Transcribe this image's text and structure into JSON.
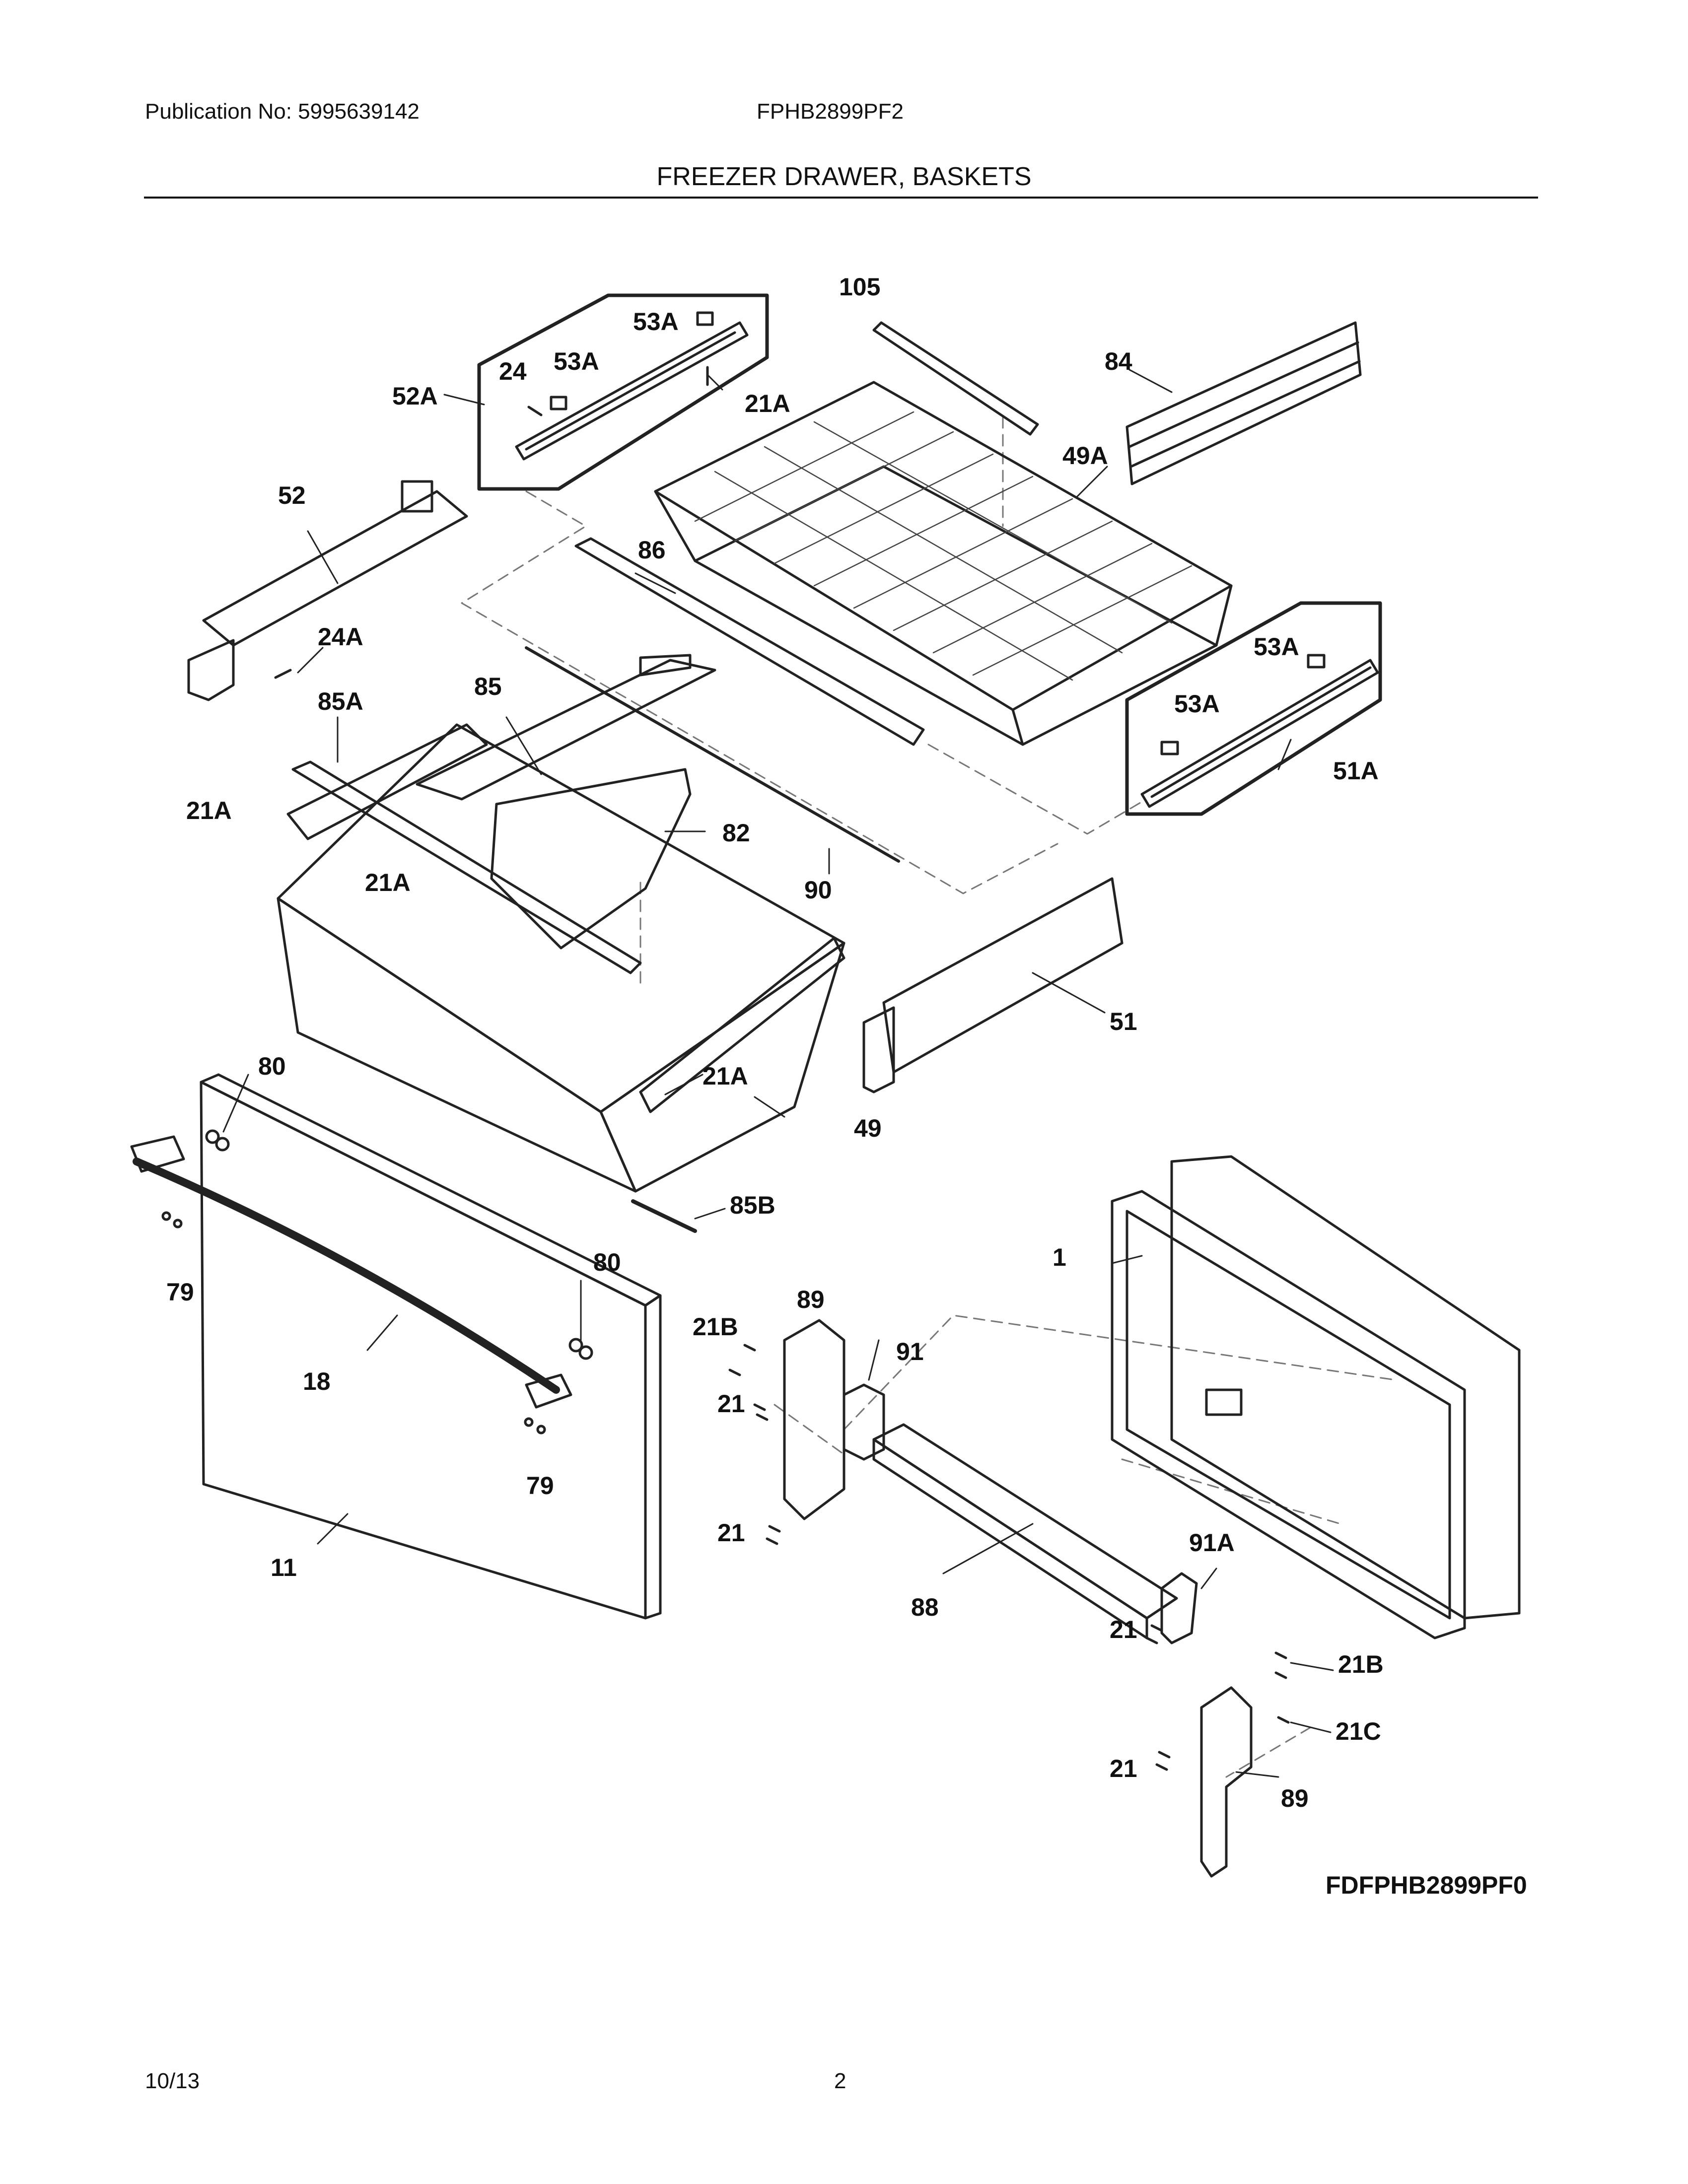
{
  "header": {
    "publication": "Publication No: 5995639142",
    "model": "FPHB2899PF2",
    "section_title": "FREEZER DRAWER, BASKETS"
  },
  "footer": {
    "date": "10/13",
    "page": "2"
  },
  "diagram_code": "FDFPHB2899PF0",
  "callouts": {
    "c105": "105",
    "c53a_1": "53A",
    "c53a_2": "53A",
    "c24": "24",
    "c52a": "52A",
    "c21a_1": "21A",
    "c84": "84",
    "c49a": "49A",
    "c52": "52",
    "c86": "86",
    "c24a": "24A",
    "c53a_3": "53A",
    "c53a_4": "53A",
    "c51a": "51A",
    "c85a": "85A",
    "c85": "85",
    "c21a_2": "21A",
    "c82": "82",
    "c21a_3": "21A",
    "c90": "90",
    "c51": "51",
    "c80_1": "80",
    "c21a_4": "21A",
    "c49": "49",
    "c85b": "85B",
    "c79_1": "79",
    "c80_2": "80",
    "c1": "1",
    "c89_1": "89",
    "c21b_1": "21B",
    "c91": "91",
    "c18": "18",
    "c21_1": "21",
    "c79_2": "79",
    "c21_2": "21",
    "c11": "11",
    "c91a": "91A",
    "c88": "88",
    "c21_3": "21",
    "c21b_2": "21B",
    "c21c": "21C",
    "c21_4": "21",
    "c89_2": "89"
  }
}
